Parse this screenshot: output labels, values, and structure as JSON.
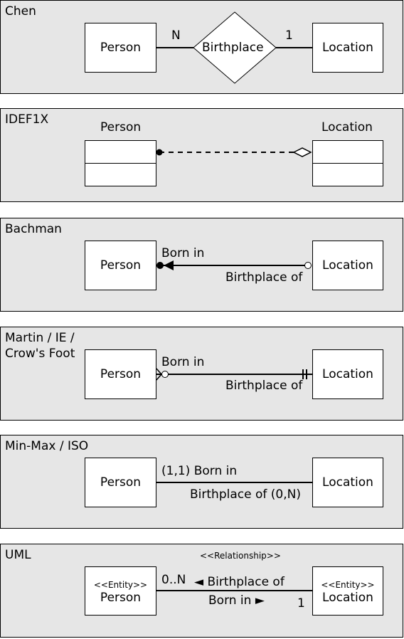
{
  "chen": {
    "title": "Chen",
    "entity_left": "Person",
    "relationship": "Birthplace",
    "entity_right": "Location",
    "card_left": "N",
    "card_right": "1"
  },
  "idef1x": {
    "title": "IDEF1X",
    "entity_left": "Person",
    "entity_right": "Location"
  },
  "bachman": {
    "title": "Bachman",
    "entity_left": "Person",
    "entity_right": "Location",
    "role_top": "Born in",
    "role_bottom": "Birthplace of"
  },
  "martin": {
    "title": "Martin / IE /\nCrow's Foot",
    "entity_left": "Person",
    "entity_right": "Location",
    "role_top": "Born in",
    "role_bottom": "Birthplace of"
  },
  "minmax": {
    "title": "Min-Max / ISO",
    "entity_left": "Person",
    "entity_right": "Location",
    "role_top": "(1,1) Born in",
    "role_bottom": "Birthplace of (0,N)"
  },
  "uml": {
    "title": "UML",
    "stereotype_relationship": "<<Relationship>>",
    "stereotype_entity": "<<Entity>>",
    "entity_left": "Person",
    "entity_right": "Location",
    "card_left": "0..N",
    "card_right": "1",
    "role_top": "◄ Birthplace of",
    "role_bottom": "Born in ►"
  }
}
